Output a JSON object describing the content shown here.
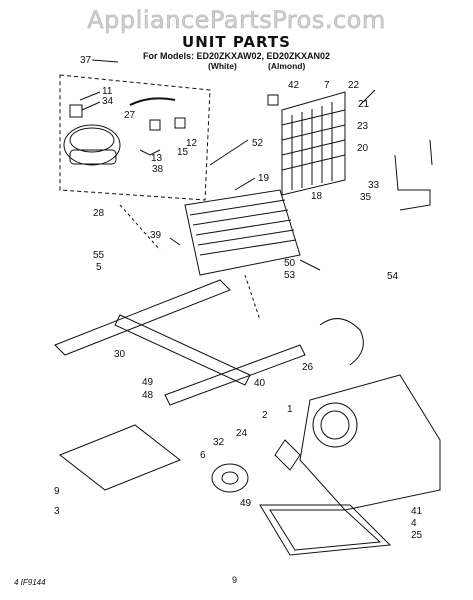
{
  "header": {
    "watermark": "AppliancePartsPros.com",
    "title": "UNIT PARTS",
    "models": "For Models: ED20ZKXAW02, ED20ZKXAN02",
    "color_white": "(White)",
    "color_almond": "(Almond)"
  },
  "callouts": [
    "37",
    "11",
    "34",
    "27",
    "12",
    "15",
    "13",
    "38",
    "28",
    "42",
    "7",
    "22",
    "21",
    "23",
    "20",
    "35",
    "33",
    "18",
    "52",
    "19",
    "39",
    "55",
    "5",
    "50",
    "53",
    "54",
    "30",
    "26",
    "49",
    "48",
    "40",
    "2",
    "1",
    "32",
    "24",
    "6",
    "49",
    "9",
    "3",
    "41",
    "4",
    "25"
  ],
  "footer": {
    "left": "4 IF9144",
    "page": "9"
  },
  "colors": {
    "ink": "#111111",
    "watermark": "#cfcfcf"
  }
}
